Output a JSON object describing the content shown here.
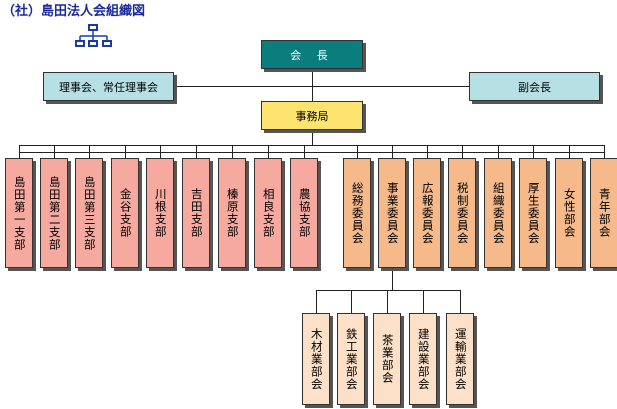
{
  "title": "（社）島田法人会組織図",
  "colors": {
    "president": "#0a7d7d",
    "board": "#b7e0e4",
    "secretariat": "#fde46f",
    "branch": "#f5a99f",
    "committee": "#f5b98a",
    "industry": "#fde0c8",
    "icon": "#1a3aa8",
    "title": "#1a2a9a"
  },
  "top": {
    "president": "会 長",
    "board": "理事会、常任理事会",
    "vice_president": "副会長",
    "secretariat": "事務局"
  },
  "branches": [
    "島田第一支部",
    "島田第二支部",
    "島田第三支部",
    "金谷支部",
    "川根支部",
    "吉田支部",
    "榛原支部",
    "相良支部",
    "農協支部"
  ],
  "committees": [
    "総務委員会",
    "事業委員会",
    "広報委員会",
    "税制委員会",
    "組織委員会",
    "厚生委員会",
    "女性部会",
    "青年部会"
  ],
  "industry_groups": [
    "木材業部会",
    "鉄工業部会",
    "茶業部会",
    "建設業部会",
    "運輸業部会"
  ]
}
